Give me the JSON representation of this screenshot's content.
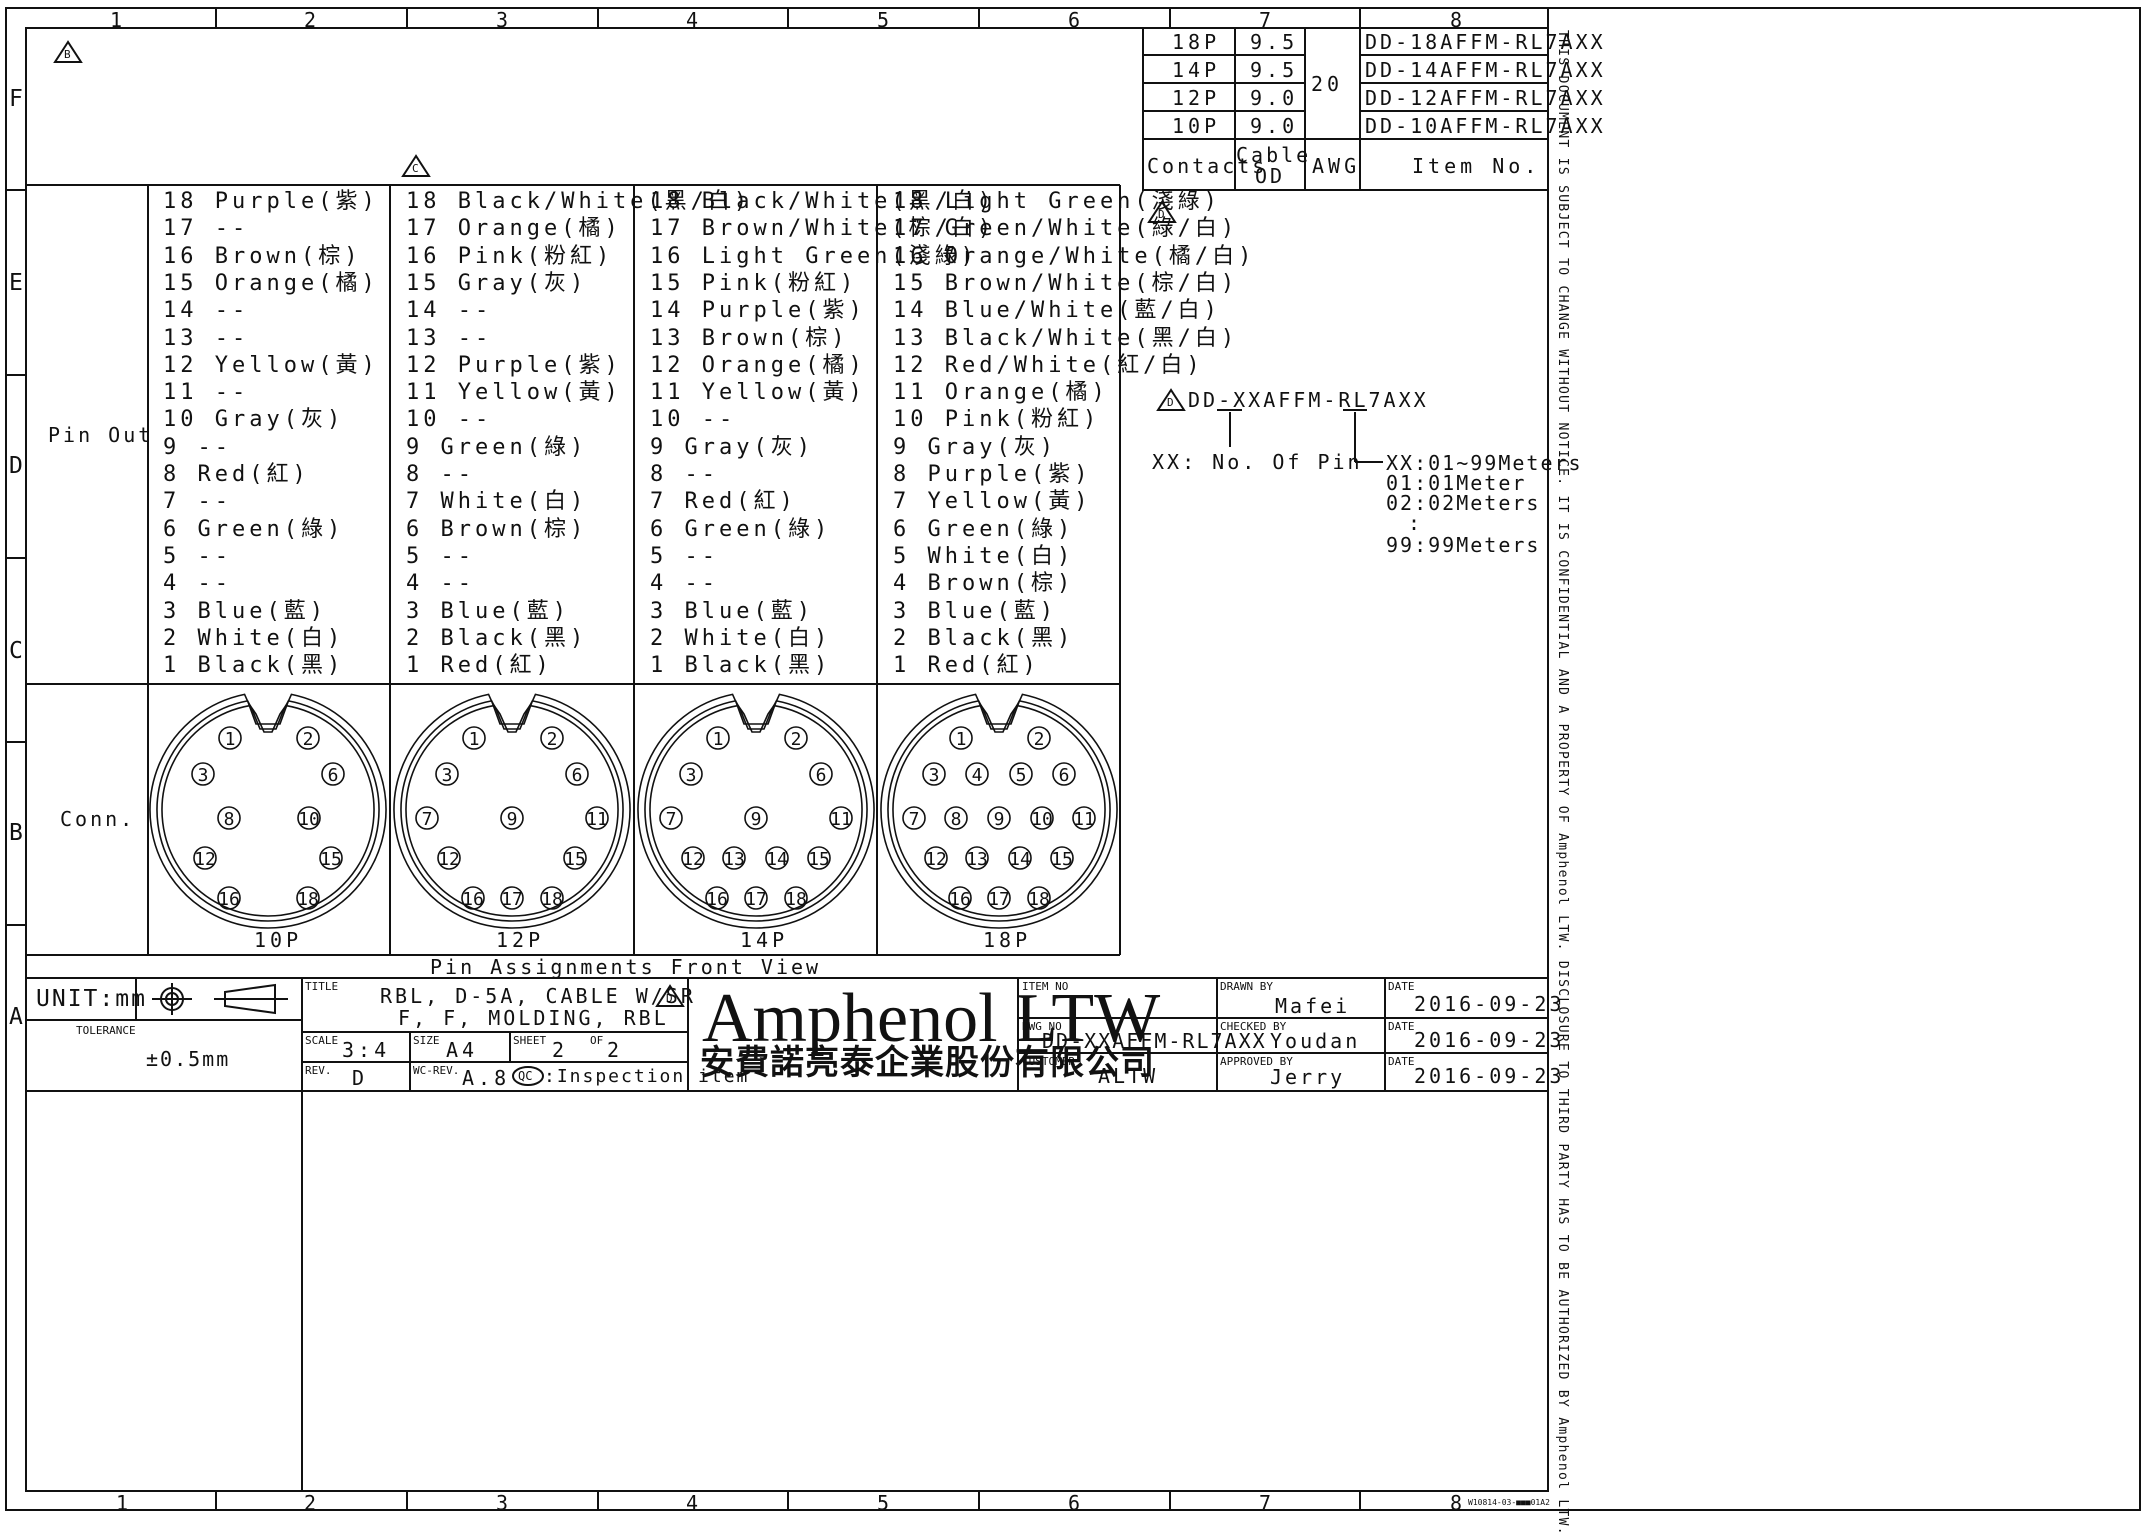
{
  "border": {
    "columns": [
      "1",
      "2",
      "3",
      "4",
      "5",
      "6",
      "7",
      "8"
    ],
    "rows": [
      "F",
      "E",
      "D",
      "C",
      "B",
      "A"
    ],
    "side_note": "THIS DOCUMENT IS SUBJECT TO CHANGE WITHOUT NOTICE. IT IS CONFIDENTIAL AND A PROPERTY OF Amphenol LTW. DISCLOSURE TO THIRD PARTY HAS TO BE AUTHORIZED BY Amphenol LTW."
  },
  "revision_marks": {
    "b": "B",
    "c": "C",
    "d": "D"
  },
  "item_table": {
    "headers": [
      "Contacts",
      "Cable OD",
      "AWG",
      "Item No."
    ],
    "awg": "20",
    "rows": [
      {
        "contacts": "18P",
        "od": "9.5",
        "item": "DD-18AFFM-RL7AXX"
      },
      {
        "contacts": "14P",
        "od": "9.5",
        "item": "DD-14AFFM-RL7AXX"
      },
      {
        "contacts": "12P",
        "od": "9.0",
        "item": "DD-12AFFM-RL7AXX"
      },
      {
        "contacts": "10P",
        "od": "9.0",
        "item": "DD-10AFFM-RL7AXX"
      }
    ]
  },
  "part_number": {
    "code": "DD-XXAFFM-RL7AXX",
    "pin_note": "XX: No. Of Pin",
    "length_notes": [
      "XX:01~99Meters",
      "01:01Meter",
      "02:02Meters",
      ":",
      "99:99Meters"
    ]
  },
  "pinout": {
    "label": "Pin Out",
    "columns": [
      {
        "name": "10P",
        "pins": [
          "18 Purple(紫)",
          "17 --",
          "16 Brown(棕)",
          "15 Orange(橘)",
          "14 --",
          "13 --",
          "12 Yellow(黃)",
          "11 --",
          "10 Gray(灰)",
          "9 --",
          "8 Red(紅)",
          "7 --",
          "6 Green(綠)",
          "5 --",
          "4 --",
          "3 Blue(藍)",
          "2 White(白)",
          "1 Black(黑)"
        ]
      },
      {
        "name": "12P",
        "pins": [
          "18 Black/White(黑/白)",
          "17 Orange(橘)",
          "16 Pink(粉紅)",
          "15 Gray(灰)",
          "14 --",
          "13 --",
          "12 Purple(紫)",
          "11 Yellow(黃)",
          "10 --",
          "9 Green(綠)",
          "8 --",
          "7 White(白)",
          "6 Brown(棕)",
          "5 --",
          "4 --",
          "3 Blue(藍)",
          "2 Black(黑)",
          "1 Red(紅)"
        ]
      },
      {
        "name": "14P",
        "pins": [
          "18 Black/White(黑/白)",
          "17 Brown/White(棕/白)",
          "16 Light Green(淺綠)",
          "15 Pink(粉紅)",
          "14 Purple(紫)",
          "13 Brown(棕)",
          "12 Orange(橘)",
          "11 Yellow(黃)",
          "10 --",
          "9 Gray(灰)",
          "8 --",
          "7 Red(紅)",
          "6 Green(綠)",
          "5 --",
          "4 --",
          "3 Blue(藍)",
          "2 White(白)",
          "1 Black(黑)"
        ]
      },
      {
        "name": "18P",
        "pins": [
          "18 Light Green(淺綠)",
          "17 Green/White(綠/白)",
          "16 Orange/White(橘/白)",
          "15 Brown/White(棕/白)",
          "14 Blue/White(藍/白)",
          "13 Black/White(黑/白)",
          "12 Red/White(紅/白)",
          "11 Orange(橘)",
          "10 Pink(粉紅)",
          "9 Gray(灰)",
          "8 Purple(紫)",
          "7 Yellow(黃)",
          "6 Green(綠)",
          "5 White(白)",
          "4 Brown(棕)",
          "3 Blue(藍)",
          "2 Black(黑)",
          "1 Red(紅)"
        ]
      }
    ]
  },
  "connectors": {
    "label": "Conn.",
    "caption": "Pin Assignments Front View",
    "names": [
      "10P",
      "12P",
      "14P",
      "18P"
    ],
    "pin_sets": [
      [
        "1",
        "2",
        "3",
        "6",
        "8",
        "10",
        "12",
        "15",
        "16",
        "18"
      ],
      [
        "1",
        "2",
        "3",
        "6",
        "7",
        "9",
        "11",
        "12",
        "15",
        "16",
        "17",
        "18"
      ],
      [
        "1",
        "2",
        "3",
        "6",
        "7",
        "9",
        "11",
        "12",
        "13",
        "14",
        "15",
        "16",
        "17",
        "18"
      ],
      [
        "1",
        "2",
        "3",
        "4",
        "5",
        "6",
        "7",
        "8",
        "9",
        "10",
        "11",
        "12",
        "13",
        "14",
        "15",
        "16",
        "17",
        "18"
      ]
    ]
  },
  "title_block": {
    "unit": "UNIT:mm",
    "tolerance_label": "TOLERANCE",
    "tolerance": "±0.5mm",
    "title_label": "TITLE",
    "title_line1": "RBL, D-5A, CABLE W/SR",
    "title_line2": "F, F, MOLDING, RBL",
    "scale_label": "SCALE",
    "scale": "3:4",
    "size_label": "SIZE",
    "size": "A4",
    "sheet_label": "SHEET",
    "sheet": "2",
    "of_label": "OF",
    "sheets": "2",
    "rev_label": "REV.",
    "rev": "D",
    "wc_rev_label": "WC-REV.",
    "wc_rev": "A.8",
    "qc_mark": "QC",
    "inspection": ":Inspection item",
    "company": "Amphenol LTW",
    "company_cn": "安費諾亮泰企業股份有限公司",
    "item_no_label": "ITEM NO",
    "dwg_no_label": "DWG NO",
    "dwg_no": "DD-XXAFFM-RL7AXX",
    "customer_label": "CUSTOMER",
    "customer": "ALTW",
    "drawn_label": "DRAWN BY",
    "drawn": "Mafei",
    "checked_label": "CHECKED BY",
    "checked": "Youdan",
    "approved_label": "APPROVED BY",
    "approved": "Jerry",
    "date_label": "DATE",
    "date1": "2016-09-23",
    "date2": "2016-09-23",
    "date3": "2016-09-23",
    "form_code": "W10814-03-■■■01A2"
  }
}
